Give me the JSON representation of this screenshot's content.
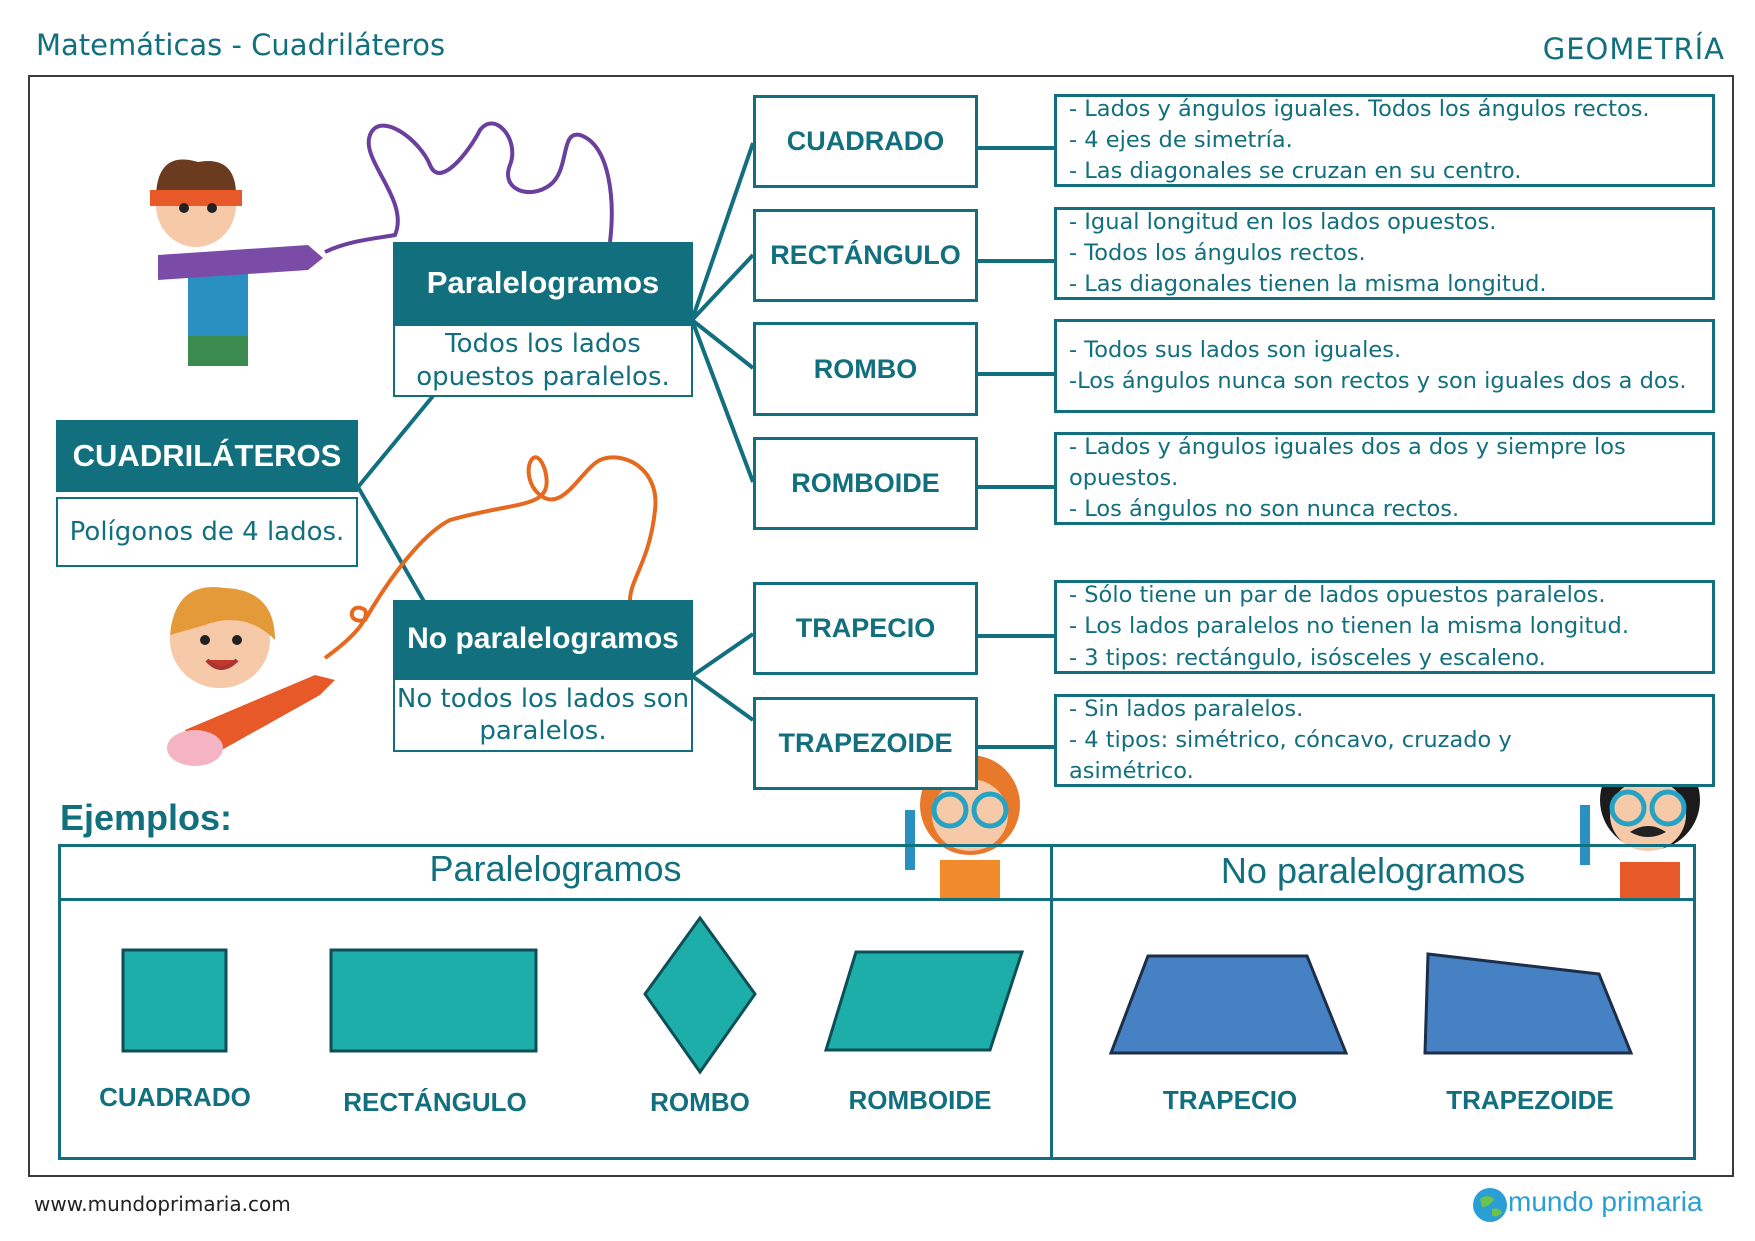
{
  "header": {
    "title": "Matemáticas - Cuadriláteros",
    "subject": "GEOMETRÍA"
  },
  "root": {
    "title": "CUADRILÁTEROS",
    "desc": "Polígonos de 4 lados."
  },
  "categories": [
    {
      "title": "Paralelogramos",
      "desc": "Todos los lados opuestos paralelos."
    },
    {
      "title": "No paralelogramos",
      "desc": "No todos los lados son paralelos."
    }
  ],
  "types": [
    {
      "name": "CUADRADO",
      "lines": [
        "- Lados y ángulos iguales. Todos los ángulos rectos.",
        "- 4 ejes de simetría.",
        "- Las diagonales se cruzan en su centro."
      ]
    },
    {
      "name": "RECTÁNGULO",
      "lines": [
        "- Igual longitud en los lados opuestos.",
        "- Todos los ángulos rectos.",
        "- Las diagonales tienen la misma longitud."
      ]
    },
    {
      "name": "ROMBO",
      "lines": [
        "- Todos sus lados son iguales.",
        "-Los ángulos nunca son rectos y son iguales dos a dos."
      ]
    },
    {
      "name": "ROMBOIDE",
      "lines": [
        "- Lados y ángulos iguales dos a dos y siempre los",
        "opuestos.",
        "- Los ángulos no son nunca rectos."
      ]
    },
    {
      "name": "TRAPECIO",
      "lines": [
        "- Sólo tiene un par de lados opuestos paralelos.",
        "- Los lados paralelos no tienen la misma longitud.",
        "- 3 tipos: rectángulo, isósceles y escaleno."
      ]
    },
    {
      "name": "TRAPEZOIDE",
      "lines": [
        "- Sin lados paralelos.",
        "- 4 tipos: simétrico, cóncavo, cruzado y",
        "asimétrico."
      ]
    }
  ],
  "examples": {
    "title": "Ejemplos:",
    "left_header": "Paralelogramos",
    "right_header": "No paralelogramos",
    "shapes": [
      "CUADRADO",
      "RECTÁNGULO",
      "ROMBO",
      "ROMBOIDE",
      "TRAPECIO",
      "TRAPEZOIDE"
    ]
  },
  "footer": {
    "url": "www.mundoprimaria.com",
    "logo": "mundo primaria"
  },
  "colors": {
    "teal": "#12707e",
    "shape_teal": "#1eaeaa",
    "shape_blue": "#4682c3",
    "purple": "#6b3f9e",
    "orange": "#e56a1f"
  }
}
